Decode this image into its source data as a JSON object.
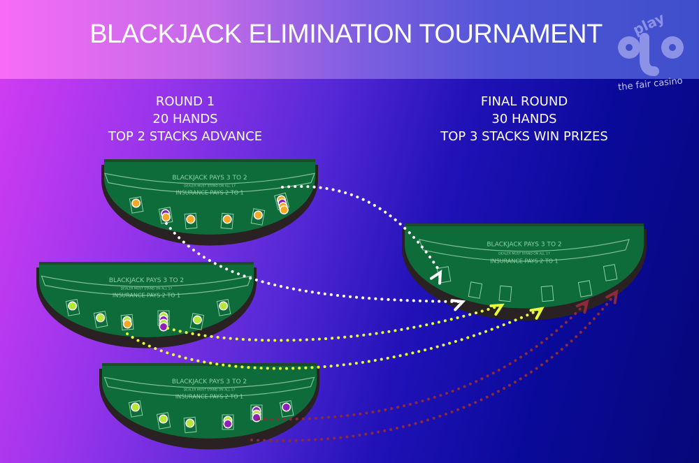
{
  "header": {
    "title": "BLACKJACK ELIMINATION TOURNAMENT"
  },
  "logo": {
    "brand_top": "play",
    "brand_main": "ojo",
    "tagline": "the fair casino"
  },
  "round1": {
    "line1": "ROUND 1",
    "line2": "20 HANDS",
    "line3": "TOP 2 STACKS ADVANCE"
  },
  "final_round": {
    "line1": "FINAL ROUND",
    "line2": "30 HANDS",
    "line3": "TOP 3 STACKS WIN PRIZES"
  },
  "table_text": {
    "pays": "BLACKJACK PAYS 3 TO 2",
    "dealer": "DEALER MUST STAND ON ALL 17",
    "insurance": "INSURANCE PAYS 2 TO 1"
  },
  "colors": {
    "felt": "#0e6b3a",
    "table_edge": "#2a2222",
    "path_white": "#ffffff",
    "path_yellow": "#e6ff3a",
    "path_darkred": "#8a2a3a",
    "chip_orange": "#f4a825",
    "chip_green": "#b5e832",
    "chip_purple": "#8e1fb8"
  }
}
